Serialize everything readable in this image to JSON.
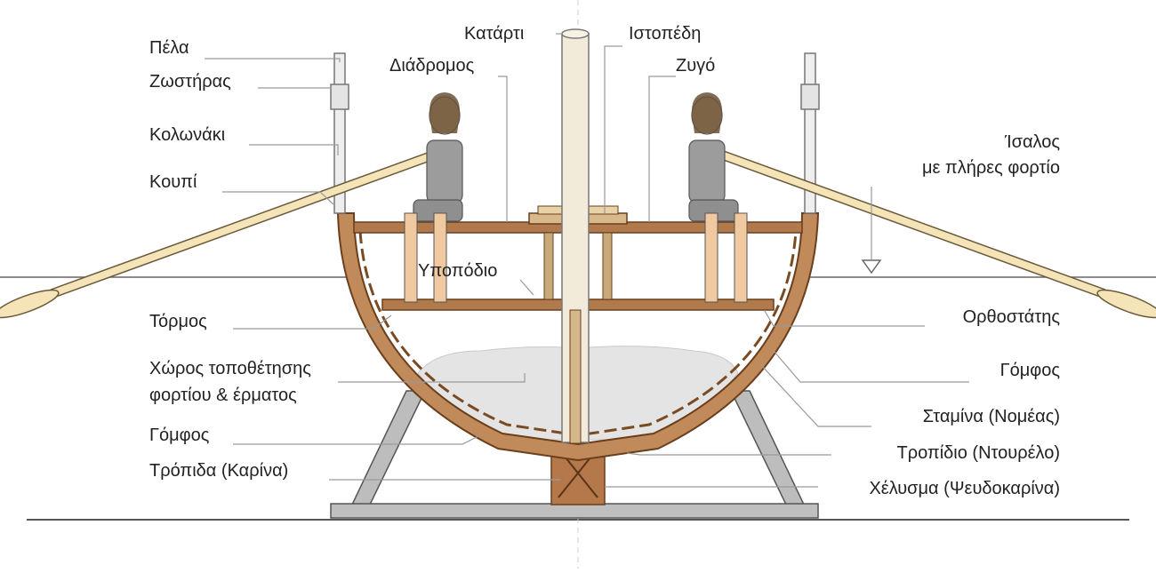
{
  "labels_left": {
    "pela": "Πέλα",
    "zostiras": "Ζωστήρας",
    "kolonaki": "Κολωνάκι",
    "koupi": "Κουπί",
    "tormos": "Τόρμος",
    "choros_line1": "Χώρος τοποθέτησης",
    "choros_line2": "φορτίου & έρματος",
    "gomfos": "Γόμφος",
    "tropida": "Τρόπιδα (Καρίνα)"
  },
  "labels_top": {
    "katarti": "Κατάρτι",
    "istopedi": "Ιστοπέδη",
    "diadromos": "Διάδρομος",
    "zygo": "Ζυγό",
    "ypopodio": "Υποπόδιο"
  },
  "labels_right": {
    "isalos_line1": "Ίσαλος",
    "isalos_line2": "με πλήρες φορτίο",
    "orthostatis": "Ορθοστάτης",
    "gomfos": "Γόμφος",
    "stamina": "Σταμίνα (Νομέας)",
    "tropidio": "Τροπίδιο (Ντουρέλο)",
    "chelysma": "Χέλυσμα (Ψευδοκαρίνα)"
  },
  "colors": {
    "text": "#222222",
    "leader": "#9a9a9a",
    "wood": "#c08a5a",
    "wood_dark": "#7a4a22",
    "plank": "#a8714a",
    "oar": "#f4e4b8",
    "ballast": "#e2e2e2",
    "skin": "#f1c9a0",
    "tunic": "#9c9c9c"
  }
}
